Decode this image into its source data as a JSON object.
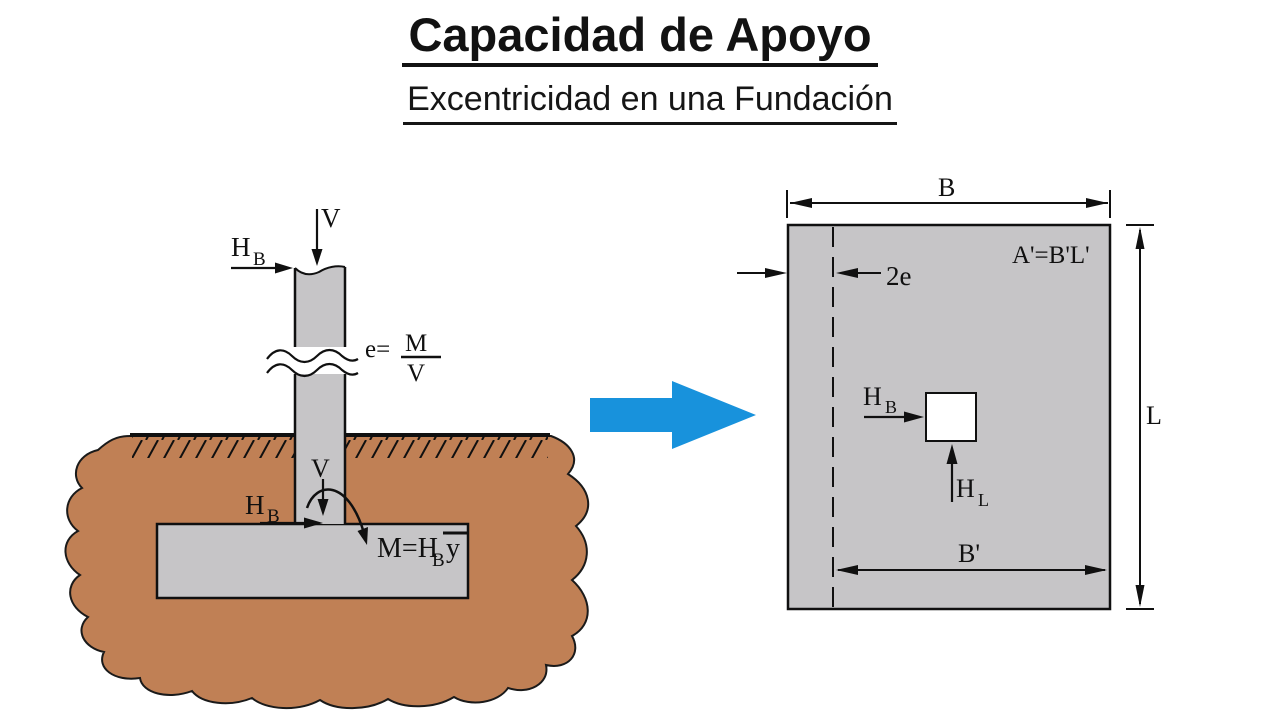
{
  "title": "Capacidad de Apoyo",
  "subtitle": "Excentricidad en una Fundación",
  "colors": {
    "soil": "#c08055",
    "concrete": "#c6c5c7",
    "arrow_blue": "#1892dc",
    "line": "#101010"
  },
  "left_diagram": {
    "v_top": "V",
    "hb_top": {
      "main": "H",
      "sub": "B"
    },
    "eccentricity": {
      "lhs": "e=",
      "numerator": "M",
      "denominator": "V"
    },
    "v_bottom": "V",
    "hb_bottom": {
      "main": "H",
      "sub": "B"
    },
    "moment": {
      "main": "M=H",
      "sub": "B",
      "bar_var": "y"
    }
  },
  "right_diagram": {
    "dim_b": "B",
    "area_label": "A'=B'L'",
    "offset_label": "2e",
    "hb": {
      "main": "H",
      "sub": "B"
    },
    "hl": {
      "main": "H",
      "sub": "L"
    },
    "dim_b_prime": "B'",
    "dim_l": "L"
  }
}
